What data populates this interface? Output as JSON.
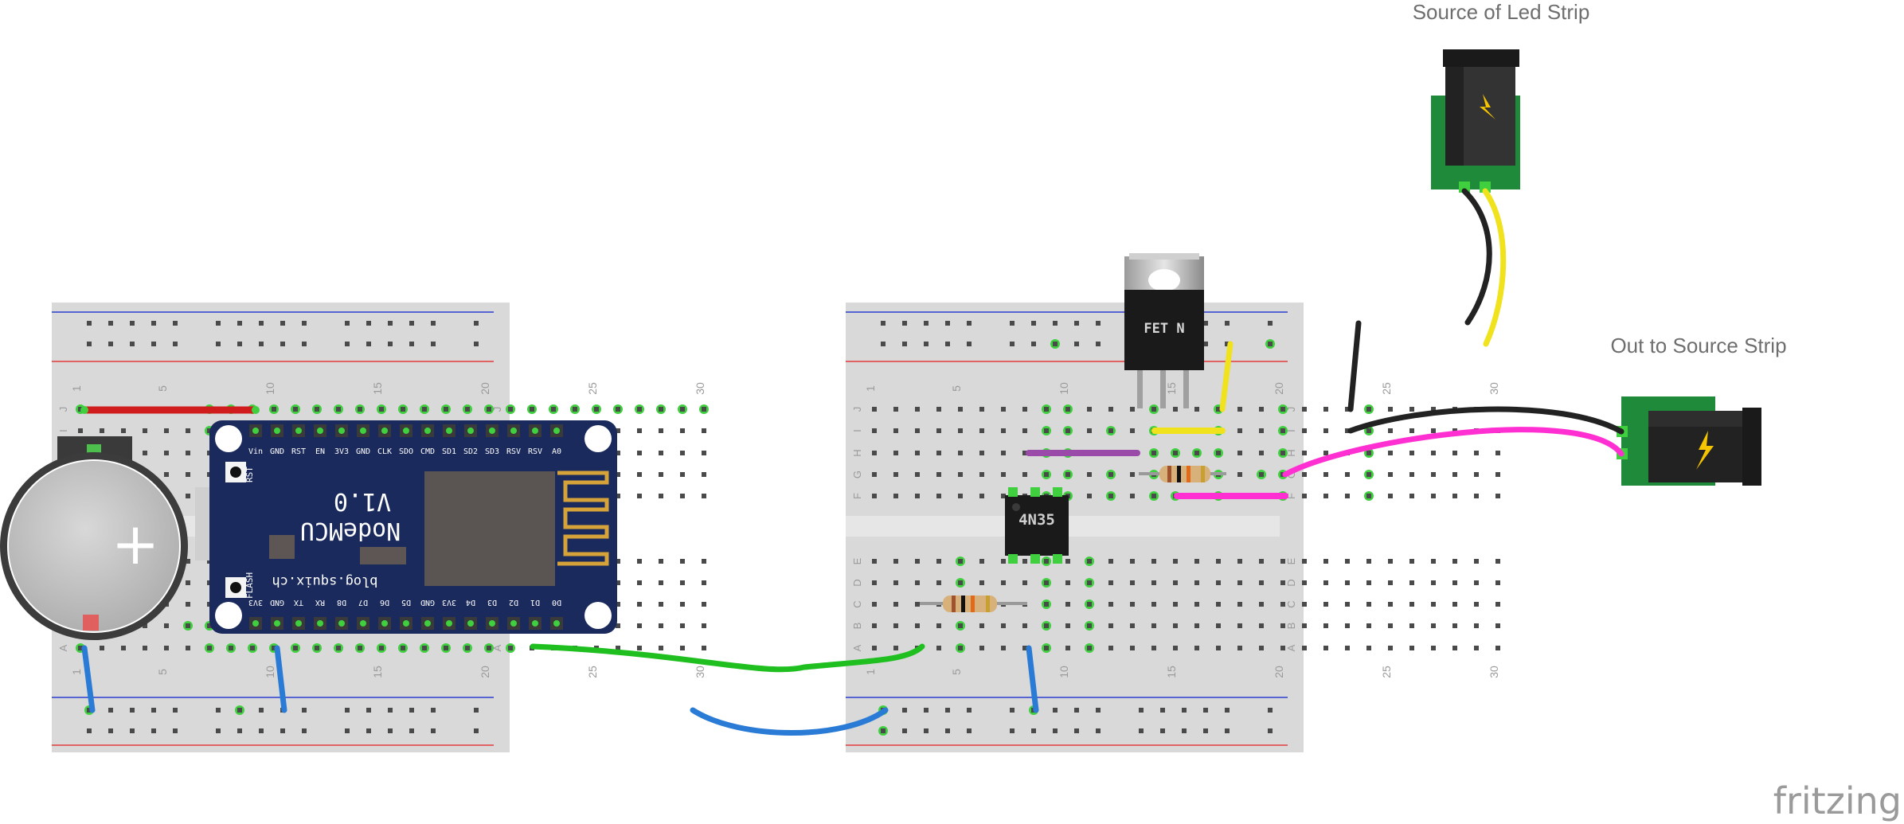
{
  "labels": {
    "source_led_strip": "Source of Led Strip",
    "out_source_strip": "Out to Source Strip",
    "brand": "fritzing"
  },
  "breadboard": {
    "column_numbers": [
      "1",
      "5",
      "10",
      "15",
      "20",
      "25",
      "30"
    ],
    "rows_top": [
      "J",
      "I",
      "H",
      "G",
      "F"
    ],
    "rows_bottom": [
      "E",
      "D",
      "C",
      "B",
      "A"
    ]
  },
  "nodemcu": {
    "title": "NodeMCU",
    "version": "V1.0",
    "url": "blog.squix.ch",
    "pins_top": [
      "Vin",
      "GND",
      "RST",
      "EN",
      "3V3",
      "GND",
      "CLK",
      "SDO",
      "CMD",
      "SD1",
      "SD2",
      "SD3",
      "RSV",
      "RSV",
      "A0"
    ],
    "pins_bottom": [
      "3V3",
      "GND",
      "TX",
      "RX",
      "D8",
      "D7",
      "D6",
      "D5",
      "GND",
      "3V3",
      "D4",
      "D3",
      "D2",
      "D1",
      "D0"
    ],
    "button_rst": "RST",
    "button_flash": "FLASH"
  },
  "components": {
    "fet_label": "FET N",
    "optocoupler_label": "4N35",
    "battery_symbol": "+"
  },
  "colors": {
    "board": "#d9d9d9",
    "rail_blue": "#2b3fd0",
    "rail_red": "#e23a3a",
    "hole": "#4a4a4a",
    "hole_connected": "#3fcf3f",
    "mcu_blue": "#1b2a5c",
    "wire_red": "#d01c1c",
    "wire_green": "#1fbf1f",
    "wire_blue": "#2a7bd6",
    "wire_black": "#222222",
    "wire_yellow": "#f0e21c",
    "wire_magenta": "#ff2fd2",
    "wire_purple": "#9a4aa8",
    "jack_green": "#1f8a3a"
  }
}
